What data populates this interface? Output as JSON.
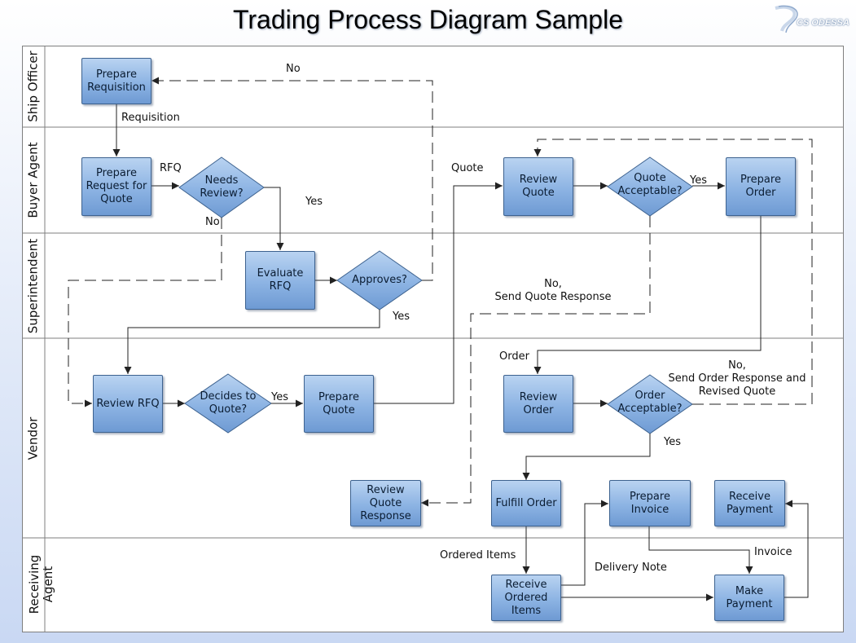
{
  "title": "Trading Process Diagram Sample",
  "logo": {
    "text": "CS ODESSA",
    "icon": "cs-odessa-logo-icon"
  },
  "lanes": {
    "ship_officer": "Ship Officer",
    "buyer_agent": "Buyer Agent",
    "superintendent": "Superintendent",
    "vendor": "Vendor",
    "receiving_agent": "Receiving Agent"
  },
  "nodes": {
    "prepare_requisition": "Prepare Requisition",
    "prepare_request_for_quote": "Prepare Request for Quote",
    "needs_review": "Needs Review?",
    "evaluate_rfq": "Evaluate RFQ",
    "approves": "Approves?",
    "review_rfq": "Review RFQ",
    "decides_to_quote": "Decides to Quote?",
    "prepare_quote": "Prepare Quote",
    "review_quote": "Review Quote",
    "quote_acceptable": "Quote Acceptable?",
    "prepare_order": "Prepare Order",
    "review_order": "Review Order",
    "order_acceptable": "Order Acceptable?",
    "review_quote_response": "Review Quote Response",
    "fulfill_order": "Fulfill Order",
    "prepare_invoice": "Prepare Invoice",
    "receive_payment": "Receive Payment",
    "receive_ordered_items": "Receive Ordered Items",
    "make_payment": "Make Payment"
  },
  "edge_labels": {
    "no_top": "No",
    "requisition": "Requisition",
    "rfq": "RFQ",
    "no_needs_review": "No",
    "yes_needs_review": "Yes",
    "yes_approves": "Yes",
    "yes_decides": "Yes",
    "quote": "Quote",
    "yes_quote_acceptable": "Yes",
    "no_send_quote_response_1": "No,",
    "no_send_quote_response_2": "Send Quote Response",
    "order": "Order",
    "no_send_order_response_1": "No,",
    "no_send_order_response_2": "Send Order Response and",
    "no_send_order_response_3": "Revised Quote",
    "yes_order_acceptable": "Yes",
    "ordered_items": "Ordered Items",
    "delivery_note": "Delivery Note",
    "invoice": "Invoice"
  },
  "colors": {
    "box_top": "#b9d3f1",
    "box_bottom": "#6e9ad3",
    "box_border": "#3d628f",
    "lane_border": "#7f7f7f",
    "connector": "#222222"
  }
}
